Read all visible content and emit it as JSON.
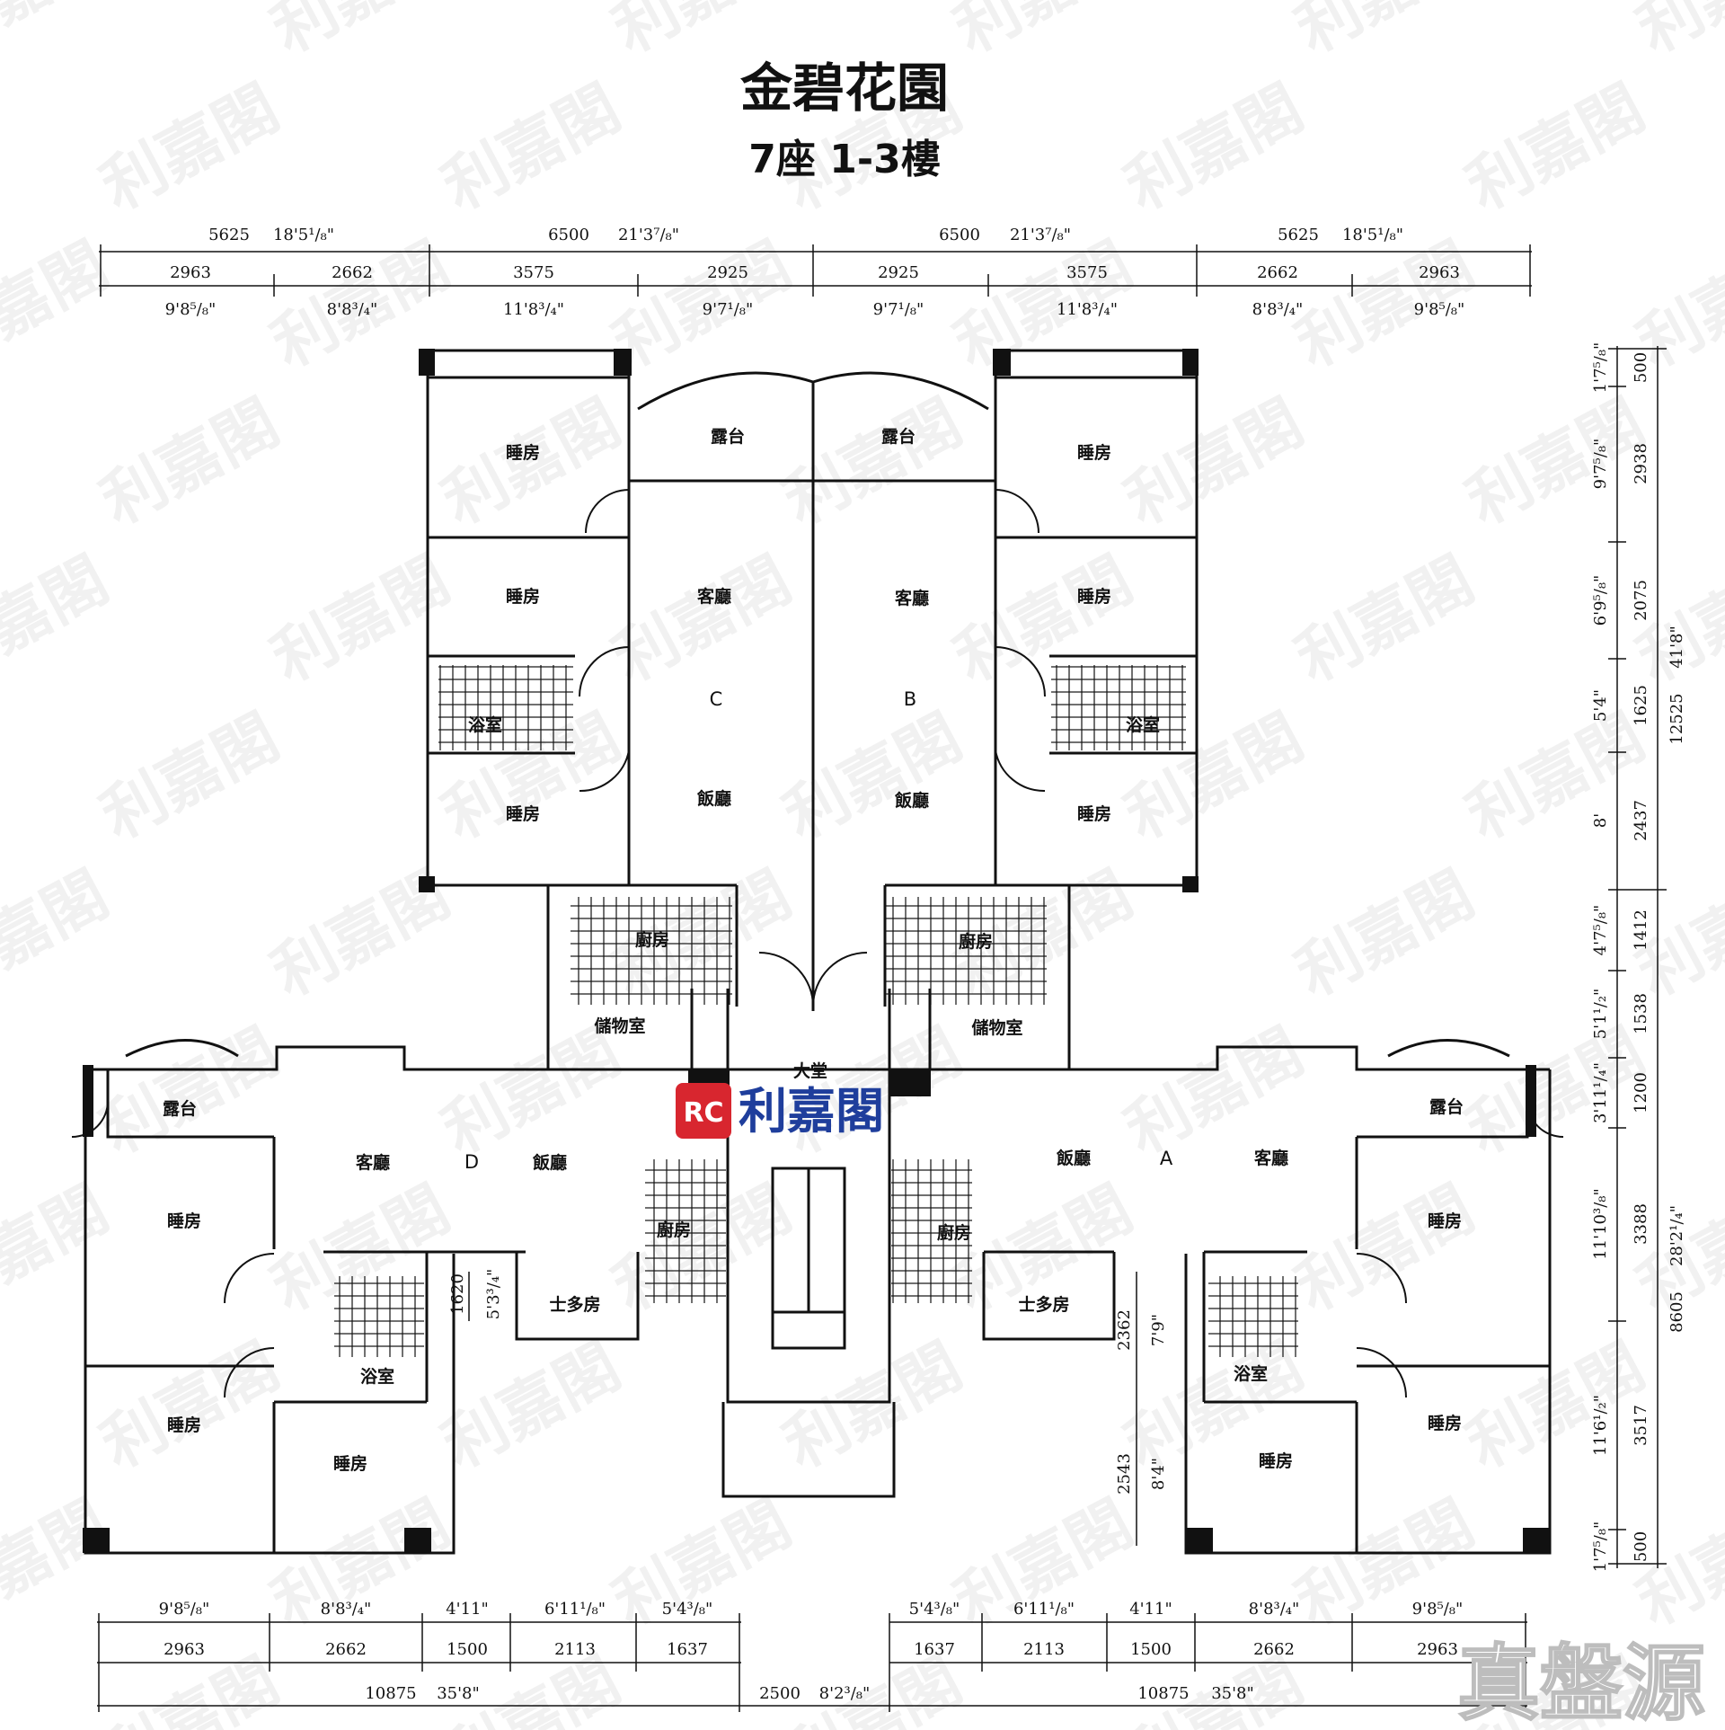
{
  "title": "金碧花園",
  "subtitle": "7座 1-3樓",
  "watermark_text": "利嘉閣",
  "logo": {
    "mark": "RC",
    "text": "利嘉閣",
    "color": "#1f3e9c",
    "mark_color": "#d8262f"
  },
  "brand_stamp": "真盤源",
  "units": {
    "a": "A",
    "b": "B",
    "c": "C",
    "d": "D"
  },
  "rooms": {
    "bedroom": "睡房",
    "living": "客廳",
    "dining": "飯廳",
    "bath": "浴室",
    "kitchen": "廚房",
    "balcony": "露台",
    "store": "儲物室",
    "utility": "士多房",
    "lobby": "大堂"
  },
  "top_dimensions": {
    "overall": [
      {
        "mm": "5625",
        "ft": "18'5¹/₈\""
      },
      {
        "mm": "6500",
        "ft": "21'3⁷/₈\""
      },
      {
        "mm": "6500",
        "ft": "21'3⁷/₈\""
      },
      {
        "mm": "5625",
        "ft": "18'5¹/₈\""
      }
    ],
    "segments_mm": [
      "2963",
      "2662",
      "3575",
      "2925",
      "2925",
      "3575",
      "2662",
      "2963"
    ],
    "segments_ft": [
      "9'8⁵/₈\"",
      "8'8³/₄\"",
      "11'8³/₄\"",
      "9'7¹/₈\"",
      "9'7¹/₈\"",
      "11'8³/₄\"",
      "8'8³/₄\"",
      "9'8⁵/₈\""
    ]
  },
  "right_dimensions": {
    "segments_mm": [
      "500",
      "2938",
      "2075",
      "1625",
      "2437",
      "1412",
      "1538",
      "1200",
      "3388",
      "3517",
      "500"
    ],
    "segments_ft": [
      "1'7⁵/₈\"",
      "9'7⁵/₈\"",
      "6'9⁵/₈\"",
      "5'4\"",
      "8'",
      "4'7⁵/₈\"",
      "5'1¹/₂\"",
      "3'11¹/₄\"",
      "11'10³/₈\"",
      "11'6¹/₂\"",
      "1'7⁵/₈\""
    ],
    "overall_upper": {
      "mm": "12525",
      "ft": "41'8\""
    },
    "overall_lower": {
      "mm": "8605",
      "ft": "28'2¹/₄\""
    }
  },
  "bottom_dimensions": {
    "left_ft": [
      "9'8⁵/₈\"",
      "8'8³/₄\"",
      "4'11\"",
      "6'11¹/₈\"",
      "5'4³/₈\""
    ],
    "left_mm": [
      "2963",
      "2662",
      "1500",
      "2113",
      "1637"
    ],
    "right_ft": [
      "5'4³/₈\"",
      "6'11¹/₈\"",
      "4'11\"",
      "8'8³/₄\"",
      "9'8⁵/₈\""
    ],
    "right_mm": [
      "1637",
      "2113",
      "1500",
      "2662",
      "2963"
    ],
    "left_overall": {
      "mm": "10875",
      "ft": "35'8\""
    },
    "center": {
      "mm": "2500",
      "ft": "8'2³/₈\""
    },
    "right_overall": {
      "mm": "10875",
      "ft": "35'8\""
    }
  },
  "interior_dimensions": {
    "d_bath": {
      "mm": "1620",
      "ft": "5'3³/₄\""
    },
    "a_upper": {
      "mm": "2362",
      "ft": "7'9\""
    },
    "a_lower": {
      "mm": "2543",
      "ft": "8'4\""
    }
  }
}
